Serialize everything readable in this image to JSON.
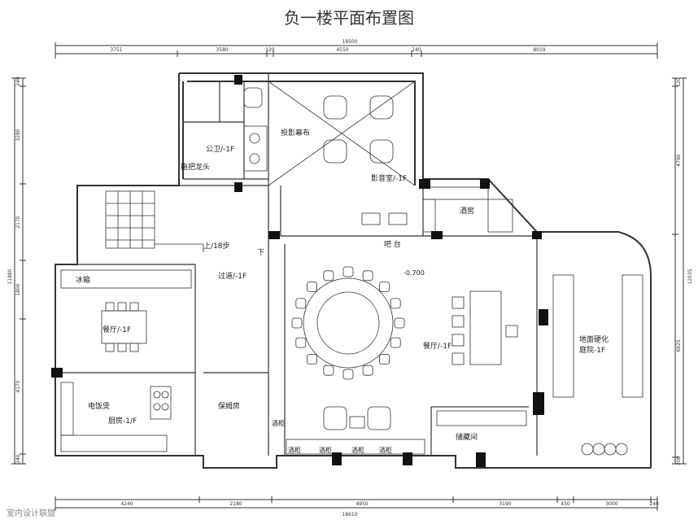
{
  "title": "负一楼平面布置图",
  "dims_top": {
    "total": "19500",
    "segments": [
      "3751",
      "3580",
      "120",
      "4550",
      "240",
      "8019"
    ]
  },
  "dims_bottom": {
    "total": "18610",
    "segments": [
      "4240",
      "2180",
      "4950",
      "3190",
      "450",
      "3000",
      "240"
    ]
  },
  "dims_left": {
    "total": "11880",
    "segments": [
      "240",
      "3280",
      "2170",
      "1800",
      "4170",
      "240"
    ]
  },
  "dims_right": {
    "total": "12035",
    "segments": [
      "120",
      "4790",
      "6925",
      "200"
    ]
  },
  "rooms": {
    "public_bath": "公卫/-1F",
    "mop_tap": "拖把龙头",
    "projection": "投影幕布",
    "theater": "影音室/-1F",
    "wine_cellar": "酒窖",
    "bar": "吧  台",
    "elevation": "-0.700",
    "stairs": "上/18步",
    "down": "下",
    "corridor": "过道/-1F",
    "fridge": "冰箱",
    "dining_small": "餐厅/-1F",
    "dining_big": "餐厅/-1F",
    "rice_cooker": "电饭煲",
    "kitchen": "厨房-1/F",
    "nanny": "保姆房",
    "storage": "储藏间",
    "garden_l1": "地面硬化",
    "garden_l2": "庭院-1F",
    "wine_cab": "酒柜"
  },
  "watermark": "室内设计联盟"
}
